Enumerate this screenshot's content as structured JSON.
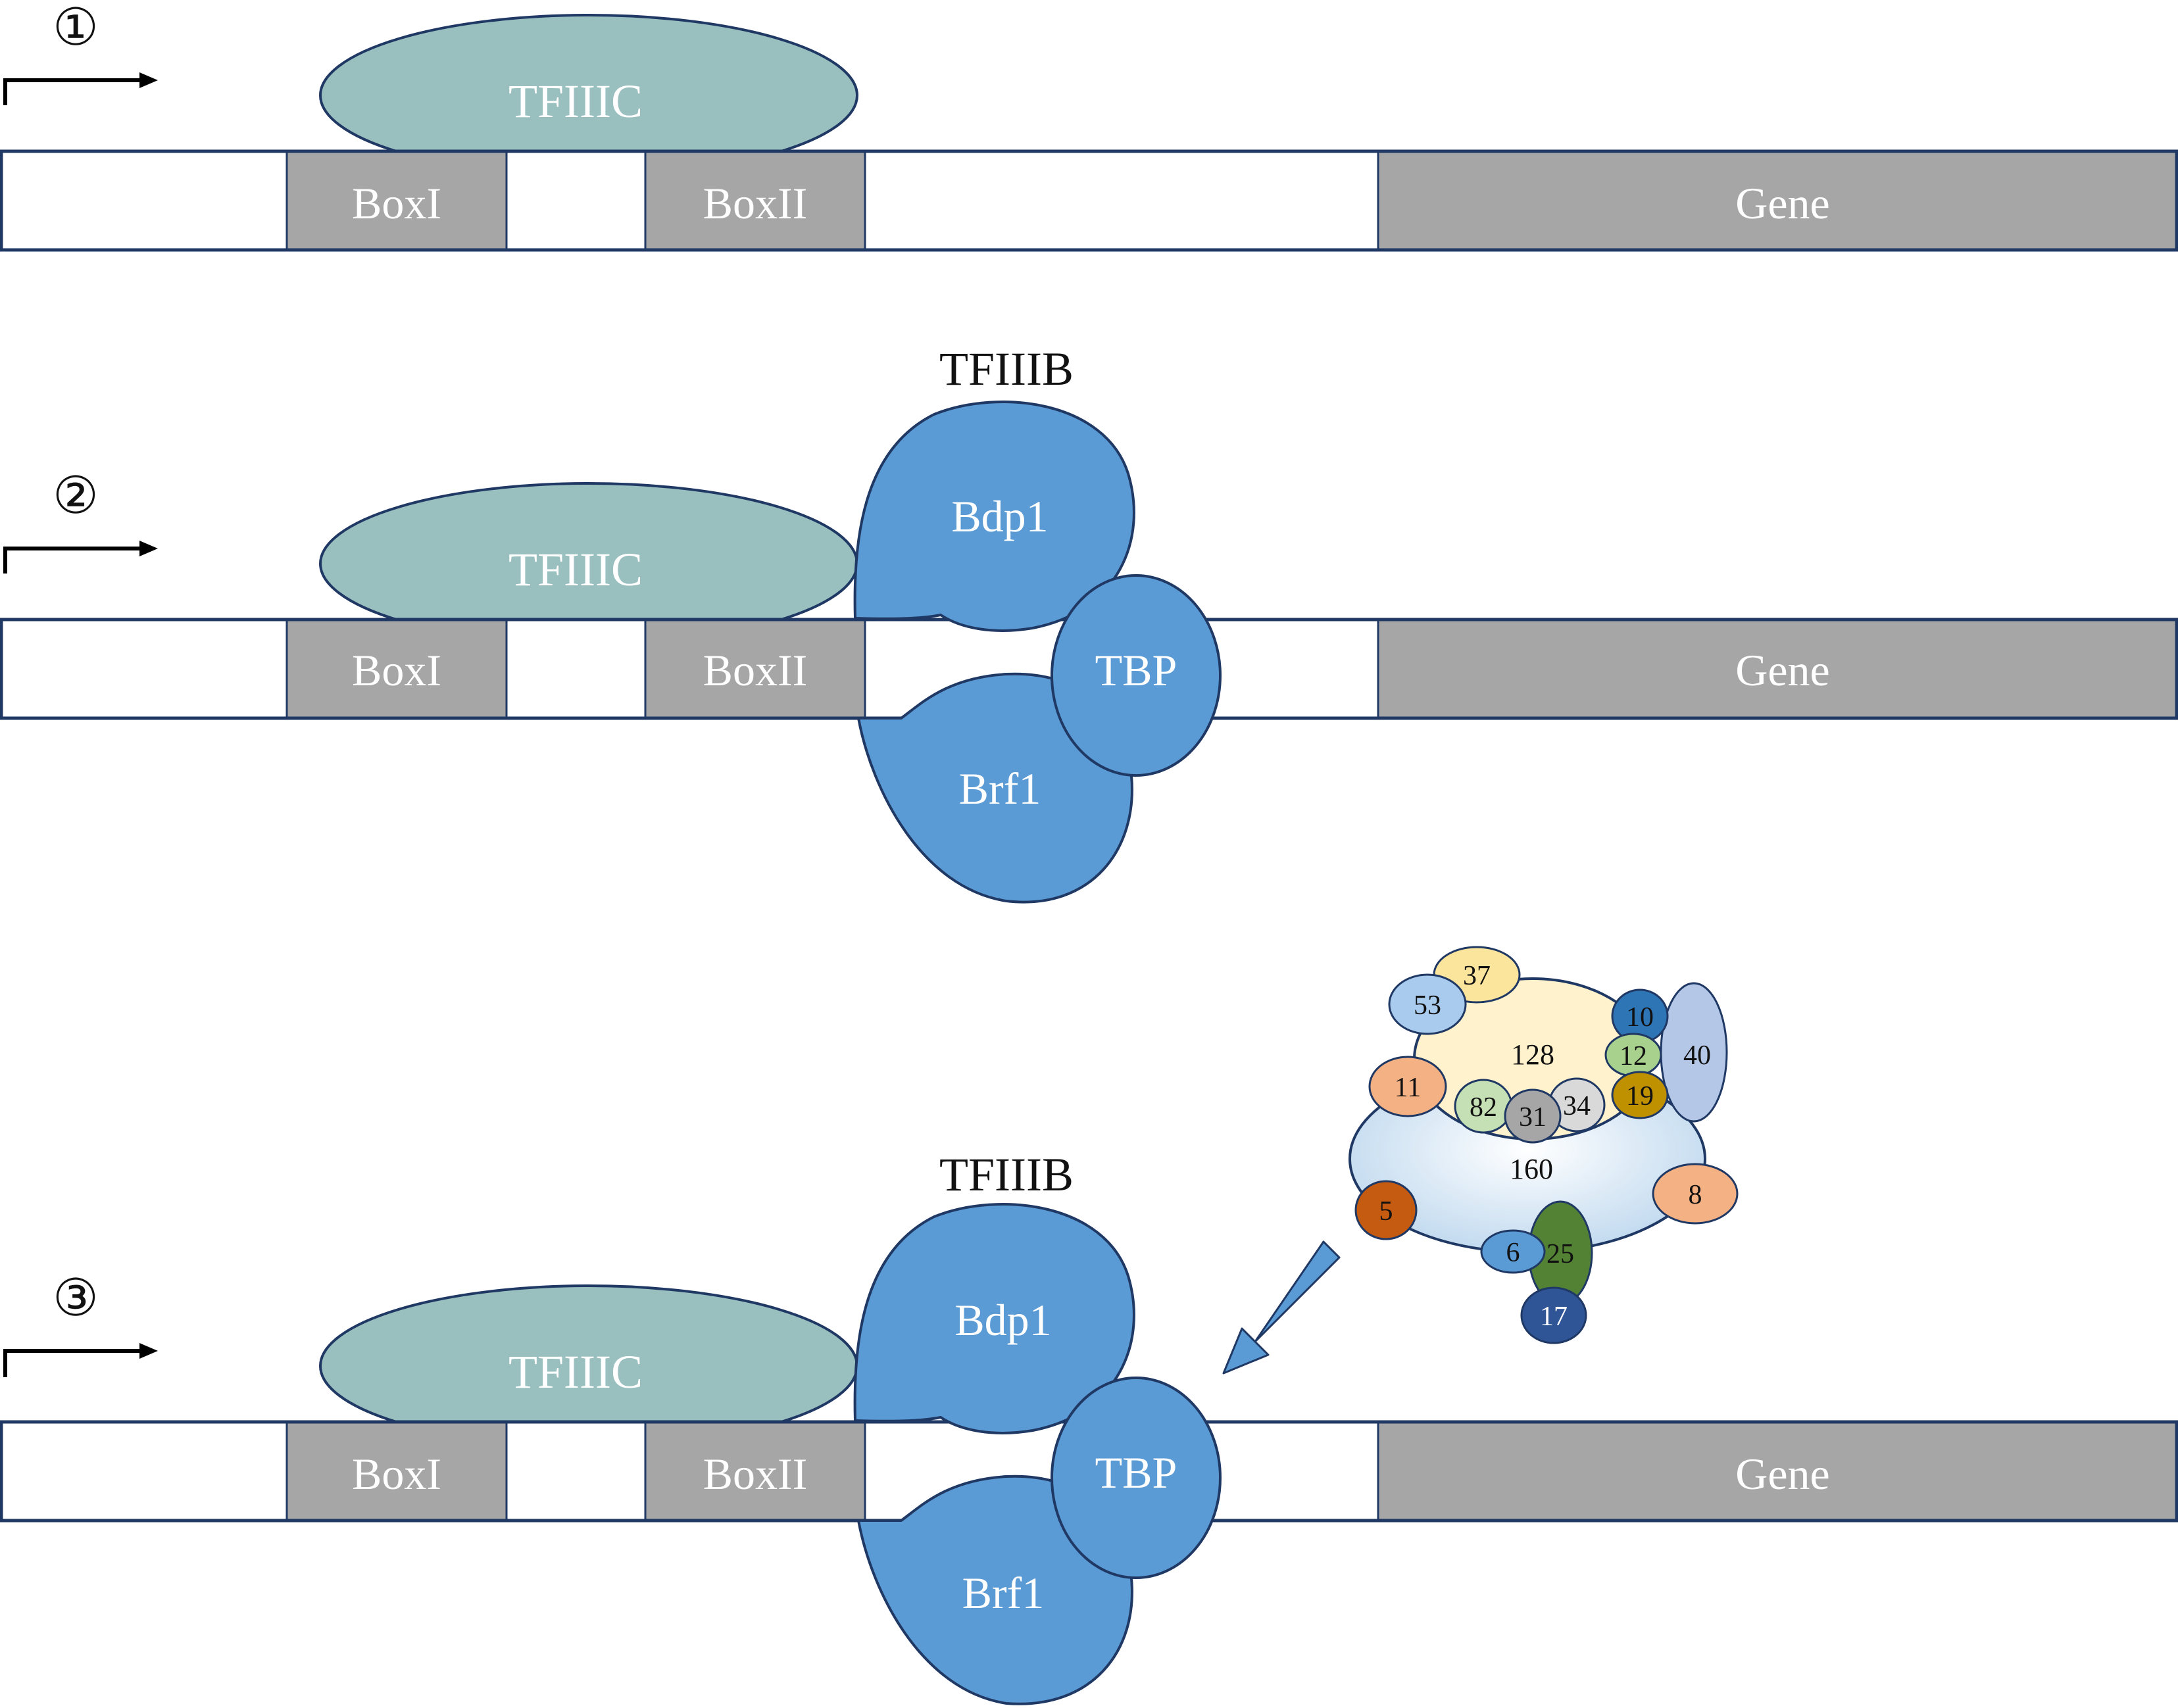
{
  "steps": [
    {
      "number": "①",
      "tfiiic": "TFIIIC",
      "boxes": [
        "BoxI",
        "BoxII"
      ],
      "gene": "Gene"
    },
    {
      "number": "②",
      "tfiiic": "TFIIIC",
      "boxes": [
        "BoxI",
        "BoxII"
      ],
      "gene": "Gene",
      "tfiiib": {
        "title": "TFIIIB",
        "bdp1": "Bdp1",
        "brf1": "Brf1",
        "tbp": "TBP"
      }
    },
    {
      "number": "③",
      "tfiiic": "TFIIIC",
      "boxes": [
        "BoxI",
        "BoxII"
      ],
      "gene": "Gene",
      "tfiiib": {
        "title": "TFIIIB",
        "bdp1": "Bdp1",
        "brf1": "Brf1",
        "tbp": "TBP"
      }
    }
  ],
  "pol3": {
    "core_upper": "128",
    "core_lower": "160",
    "subunits": [
      {
        "label": "53",
        "color": "#a9cbee"
      },
      {
        "label": "37",
        "color": "#fbe49b"
      },
      {
        "label": "10",
        "color": "#2e75b6"
      },
      {
        "label": "40",
        "color": "#b4c7e7"
      },
      {
        "label": "12",
        "color": "#a9d18e"
      },
      {
        "label": "19",
        "color": "#bf9000"
      },
      {
        "label": "11",
        "color": "#f4b183"
      },
      {
        "label": "82",
        "color": "#c5e0b4"
      },
      {
        "label": "31",
        "color": "#a6a6a6"
      },
      {
        "label": "34",
        "color": "#d9d9d9"
      },
      {
        "label": "5",
        "color": "#c55a11"
      },
      {
        "label": "8",
        "color": "#f4b183"
      },
      {
        "label": "6",
        "color": "#5b9bd5"
      },
      {
        "label": "25",
        "color": "#548235"
      },
      {
        "label": "17",
        "color": "#2f5597"
      }
    ]
  },
  "colors": {
    "tfiiic": "#99bfbf",
    "box": "#a6a6a6",
    "tfiiib": "#5b9bd5",
    "outline": "#1f3864",
    "pol3_upper": "#fff2cc",
    "pol3_lower": "#bdd7ee",
    "arrow": "#5b9bd5"
  }
}
